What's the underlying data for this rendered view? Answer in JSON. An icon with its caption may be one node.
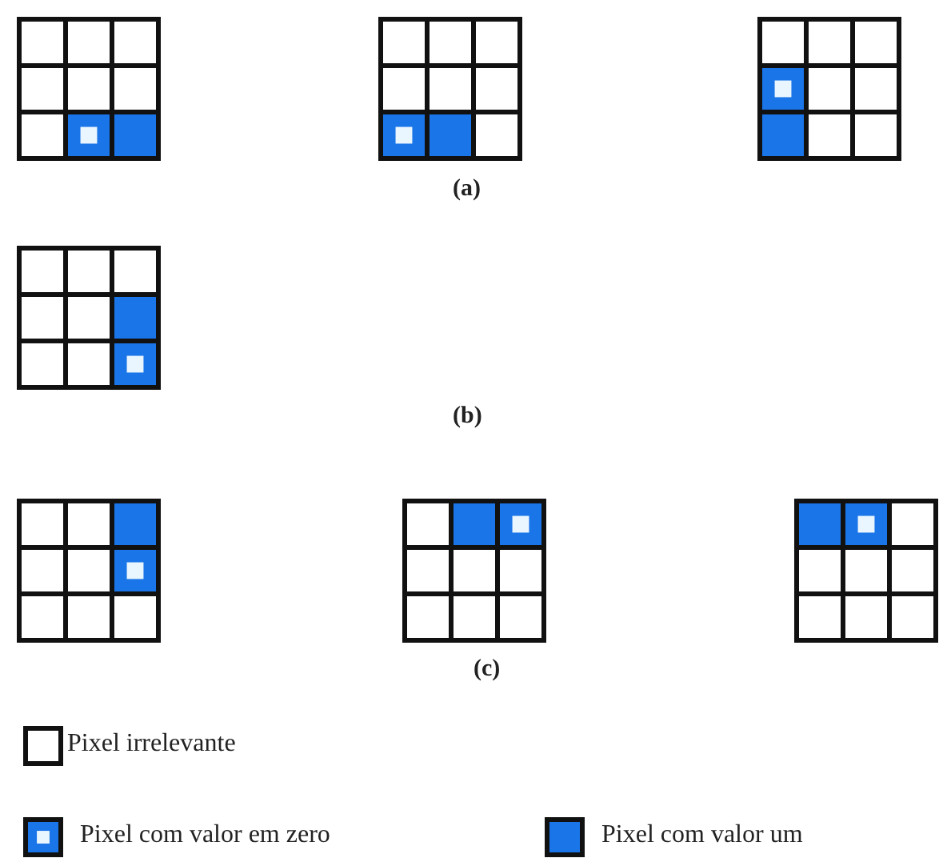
{
  "diagram": {
    "labels": [
      "(a)",
      "(b)",
      "(c)"
    ],
    "legend": [
      {
        "text": "Pixel irrelevante",
        "color": "#ffffff"
      },
      {
        "text": "Pixel com valor em zero"
      },
      {
        "text": "Pixel com valor um",
        "color": "#1a75e8"
      }
    ]
  }
}
